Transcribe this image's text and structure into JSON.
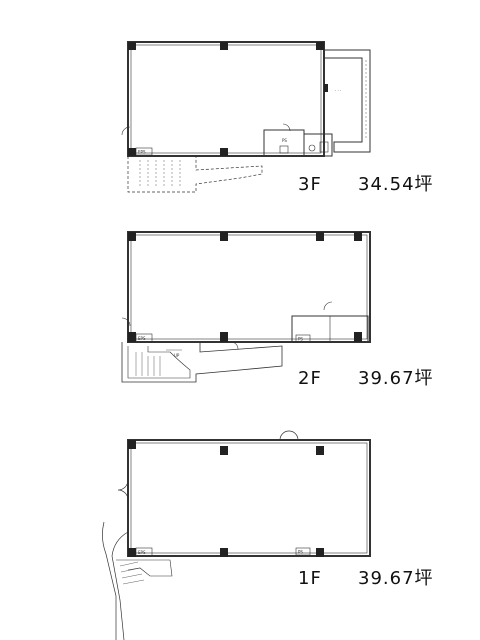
{
  "floors": [
    {
      "id": "3f",
      "label": "3F",
      "area": "34.54坪",
      "room_tags": [
        "EPS",
        "PS"
      ]
    },
    {
      "id": "2f",
      "label": "2F",
      "area": "39.67坪",
      "room_tags": [
        "EPS",
        "UP",
        "PS"
      ]
    },
    {
      "id": "1f",
      "label": "1F",
      "area": "39.67坪",
      "room_tags": [
        "EPS",
        "PS"
      ]
    }
  ],
  "line_color": "#333333",
  "column_color": "#222222"
}
